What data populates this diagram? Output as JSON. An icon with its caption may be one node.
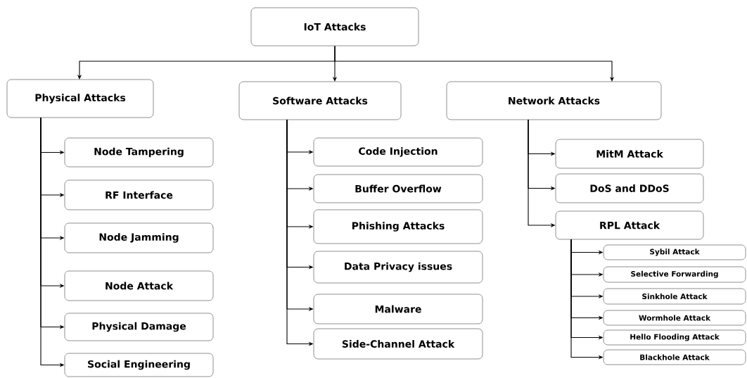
{
  "diagram": {
    "nodes": [
      {
        "text": [
          "IoT Attacks"
        ]
      },
      {
        "text": [
          "Physical Attacks"
        ]
      },
      {
        "text": [
          "Software Attacks"
        ]
      },
      {
        "text": [
          "Network Attacks"
        ]
      },
      {
        "text": [
          "Node Tampering"
        ]
      },
      {
        "text": [
          "RF Interface"
        ]
      },
      {
        "text": [
          "Node Jamming"
        ]
      },
      {
        "text": [
          "Node Attack"
        ]
      },
      {
        "text": [
          "Physical Damage"
        ]
      },
      {
        "text": [
          "Social Engineering"
        ]
      },
      {
        "text": [
          "Code Injection"
        ]
      },
      {
        "text": [
          "Buffer Overflow"
        ]
      },
      {
        "text": [
          "Phishing Attacks"
        ]
      },
      {
        "text": [
          "Data Privacy issues"
        ]
      },
      {
        "text": [
          "Malware"
        ]
      },
      {
        "text": [
          "Side-Channel Attack"
        ]
      },
      {
        "text": [
          "MitM Attack"
        ]
      },
      {
        "text": [
          "DoS and DDoS"
        ]
      },
      {
        "text": [
          "RPL Attack"
        ]
      },
      {
        "text": [
          "Sybil Attack"
        ]
      },
      {
        "text": [
          "Selective Forwarding"
        ]
      },
      {
        "text": [
          "Sinkhole Attack"
        ]
      },
      {
        "text": [
          "Wormhole Attack"
        ]
      },
      {
        "text": [
          "Hello Flooding Attack"
        ]
      },
      {
        "text": [
          "Blackhole Attack"
        ]
      }
    ],
    "edges": [
      {
        "from": 0,
        "to": 1,
        "arrow": "to"
      },
      {
        "from": 0,
        "to": 2,
        "arrow": "to"
      },
      {
        "from": 0,
        "to": 3,
        "arrow": "to"
      },
      {
        "from": 1,
        "to": 4,
        "arrow": "to"
      },
      {
        "from": 1,
        "to": 5,
        "arrow": "to"
      },
      {
        "from": 1,
        "to": 6,
        "arrow": "to"
      },
      {
        "from": 1,
        "to": 7,
        "arrow": "to"
      },
      {
        "from": 1,
        "to": 8,
        "arrow": "to"
      },
      {
        "from": 1,
        "to": 9,
        "arrow": "to"
      },
      {
        "from": 2,
        "to": 10,
        "arrow": "to"
      },
      {
        "from": 2,
        "to": 11,
        "arrow": "to"
      },
      {
        "from": 2,
        "to": 12,
        "arrow": "to"
      },
      {
        "from": 2,
        "to": 13,
        "arrow": "to"
      },
      {
        "from": 2,
        "to": 14,
        "arrow": "to"
      },
      {
        "from": 2,
        "to": 15,
        "arrow": "to"
      },
      {
        "from": 3,
        "to": 16,
        "arrow": "to"
      },
      {
        "from": 3,
        "to": 17,
        "arrow": "to"
      },
      {
        "from": 3,
        "to": 18,
        "arrow": "to"
      },
      {
        "from": 18,
        "to": 19,
        "arrow": "to"
      },
      {
        "from": 18,
        "to": 20,
        "arrow": "to"
      },
      {
        "from": 18,
        "to": 21,
        "arrow": "to"
      },
      {
        "from": 18,
        "to": 22,
        "arrow": "to"
      },
      {
        "from": 18,
        "to": 23,
        "arrow": "to"
      },
      {
        "from": 18,
        "to": 24,
        "arrow": "to"
      }
    ]
  }
}
